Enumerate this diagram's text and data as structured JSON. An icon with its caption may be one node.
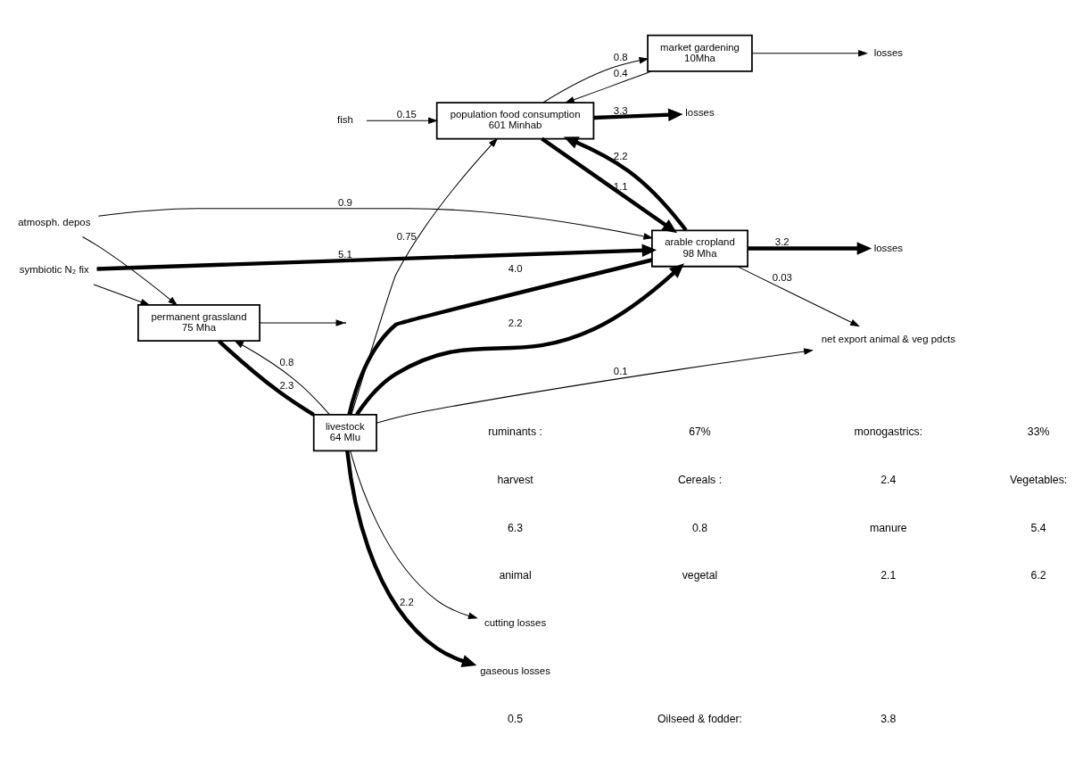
{
  "diagram": {
    "nodes": [
      {
        "text": [
          "atmosph. depos"
        ]
      },
      {
        "text": [
          "symbiotic N₂ fix"
        ]
      },
      {
        "text": [
          "permanent grassland",
          "75 Mha"
        ]
      },
      {
        "text": [
          "livestock",
          "64 Mlu"
        ]
      },
      {
        "text": [
          "net export animal & veg pdcts"
        ]
      },
      {
        "text": [
          "fish"
        ]
      },
      {
        "text": [
          "population food consumption",
          "601 Minhab"
        ]
      },
      {
        "text": [
          "cutting losses"
        ]
      },
      {
        "text": [
          "gaseous losses"
        ]
      },
      {
        "text": [
          "arable cropland",
          "98 Mha"
        ]
      },
      {
        "text": [
          "market gardening",
          "10Mha"
        ]
      },
      {
        "text": [
          "losses"
        ]
      },
      {
        "text": [
          "losses"
        ]
      },
      {
        "text": [
          "losses"
        ]
      }
    ],
    "edges": [
      {
        "from": 0,
        "to": 2,
        "arrow": "to"
      },
      {
        "from": 1,
        "to": 2,
        "arrow": "to"
      },
      {
        "from": 1,
        "to": 9,
        "arrow": "to",
        "label": "5.1",
        "style": "thick"
      },
      {
        "from": 0,
        "to": 9,
        "arrow": "to",
        "label": "0.9"
      },
      {
        "from": 2,
        "to": 3,
        "arrow": "none",
        "label": "2.3",
        "style": "thick"
      },
      {
        "from": 2,
        "to": null,
        "arrow": "to"
      },
      {
        "from": 9,
        "to": 3,
        "arrow": "none",
        "label": "4.0",
        "style": "thick"
      },
      {
        "from": 3,
        "to": 2,
        "arrow": "to",
        "label": "0.8"
      },
      {
        "from": 3,
        "to": 9,
        "arrow": "to",
        "label": "2.2",
        "style": "thick"
      },
      {
        "from": 3,
        "to": 4,
        "arrow": "to",
        "label": "0.1"
      },
      {
        "from": 3,
        "to": 6,
        "arrow": "to",
        "label": "0.75"
      },
      {
        "from": 3,
        "to": 7,
        "arrow": "to"
      },
      {
        "from": 3,
        "to": 8,
        "arrow": "to",
        "label": "2.2",
        "style": "thick"
      },
      {
        "from": 9,
        "to": 6,
        "arrow": "to",
        "label": "2.2",
        "style": "thick"
      },
      {
        "from": 9,
        "to": 4,
        "arrow": "to",
        "label": "0.03"
      },
      {
        "from": 5,
        "to": 6,
        "arrow": "to",
        "label": "0.15"
      },
      {
        "from": 10,
        "to": 6,
        "arrow": "to",
        "label": "0.4"
      },
      {
        "from": 9,
        "to": 11,
        "arrow": "to",
        "label": "3.2",
        "style": "thick"
      },
      {
        "from": 6,
        "to": 13,
        "arrow": "to",
        "label": "3.3",
        "style": "thick"
      },
      {
        "from": 6,
        "to": 9,
        "arrow": "to",
        "label": "1.1",
        "style": "thick"
      },
      {
        "from": 6,
        "to": 10,
        "arrow": "to",
        "label": "0.8"
      },
      {
        "from": 10,
        "to": 12,
        "arrow": "to"
      }
    ],
    "labels": [
      "ruminants :",
      "67%",
      "monogastrics:",
      "33%",
      "6.3",
      "0.8",
      "manure",
      "5.4",
      "animal",
      "vegetal",
      "2.1",
      "6.2",
      "harvest",
      "Cereals :",
      "2.4",
      "Vegetables:",
      "0.5",
      "Oilseed & fodder:",
      "3.8"
    ]
  }
}
